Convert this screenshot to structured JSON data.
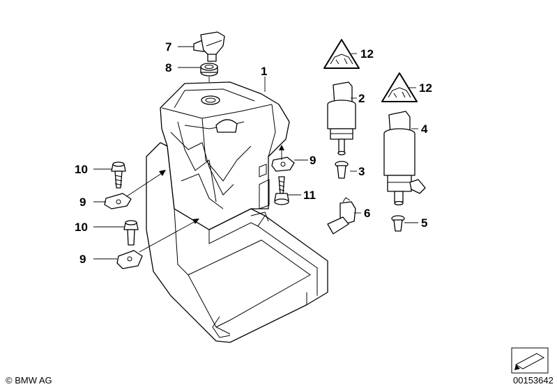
{
  "callouts": {
    "c1": "1",
    "c2": "2",
    "c3": "3",
    "c4": "4",
    "c5": "5",
    "c6": "6",
    "c7": "7",
    "c8": "8",
    "c9a": "9",
    "c9b": "9",
    "c9c": "9",
    "c10a": "10",
    "c10b": "10",
    "c11": "11",
    "c12a": "12",
    "c12b": "12"
  },
  "footer": {
    "copyright": "© BMW AG",
    "diagram_number": "00153642"
  },
  "icons": {
    "warning_symbol": "warning-triangle-icon",
    "nav_arrow": "arrow-nav-icon"
  },
  "colors": {
    "line": "#000000",
    "background": "#ffffff"
  }
}
